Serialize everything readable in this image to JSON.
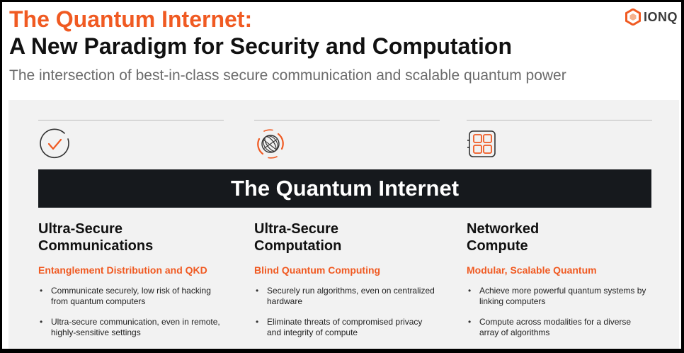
{
  "header": {
    "title_line1": "The Quantum Internet:",
    "title_line2": "A New Paradigm for Security and Computation",
    "subtitle": "The intersection of best-in-class secure communication and scalable quantum power"
  },
  "logo": {
    "text": "IONQ",
    "icon": "hexagon-logo-icon"
  },
  "banner": {
    "text": "The Quantum Internet"
  },
  "columns": [
    {
      "icon": "checkmark-circle-icon",
      "title_line1": "Ultra-Secure",
      "title_line2": "Communications",
      "subtitle": "Entanglement Distribution and QKD",
      "bullets": [
        "Communicate securely, low risk of hacking from quantum computers",
        "Ultra-secure communication, even in remote, highly-sensitive settings"
      ]
    },
    {
      "icon": "globe-orbit-icon",
      "title_line1": "Ultra-Secure",
      "title_line2": "Computation",
      "subtitle": "Blind Quantum Computing",
      "bullets": [
        "Securely run algorithms, even on centralized hardware",
        "Eliminate threats of compromised privacy and integrity of compute"
      ]
    },
    {
      "icon": "modular-grid-icon",
      "title_line1": "Networked",
      "title_line2": "Compute",
      "subtitle": "Modular, Scalable Quantum",
      "bullets": [
        "Achieve more powerful quantum systems by linking computers",
        "Compute across modalities for a diverse array of algorithms"
      ]
    }
  ],
  "colors": {
    "accent_orange": "#f05a22",
    "banner_dark": "#16191d",
    "panel_gray": "#f2f2f2",
    "text_dark": "#111111",
    "subtitle_gray": "#6b6b6b"
  }
}
